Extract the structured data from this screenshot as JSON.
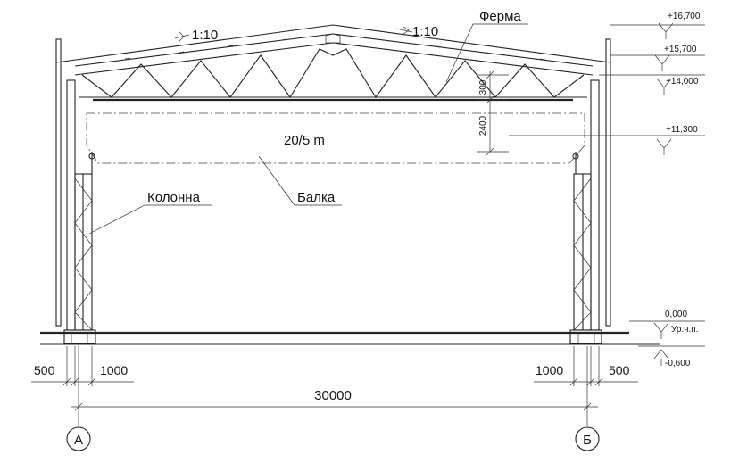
{
  "labels": {
    "slope_left": "1:10",
    "slope_right": "1:10",
    "truss": "Ферма",
    "crane": "20/5 m",
    "column": "Колонна",
    "beam": "Балка",
    "floor_level": "Ур.ч.п."
  },
  "elevations": [
    "+16,700",
    "+15,700",
    "+14,000",
    "+11,300",
    "0,000",
    "-0,600"
  ],
  "dims": {
    "truss_height": "300",
    "clearance": "2400",
    "left_offset": "500",
    "left_width": "1000",
    "right_width": "1000",
    "right_offset": "500",
    "span": "30000"
  },
  "axes": [
    "А",
    "Б"
  ]
}
